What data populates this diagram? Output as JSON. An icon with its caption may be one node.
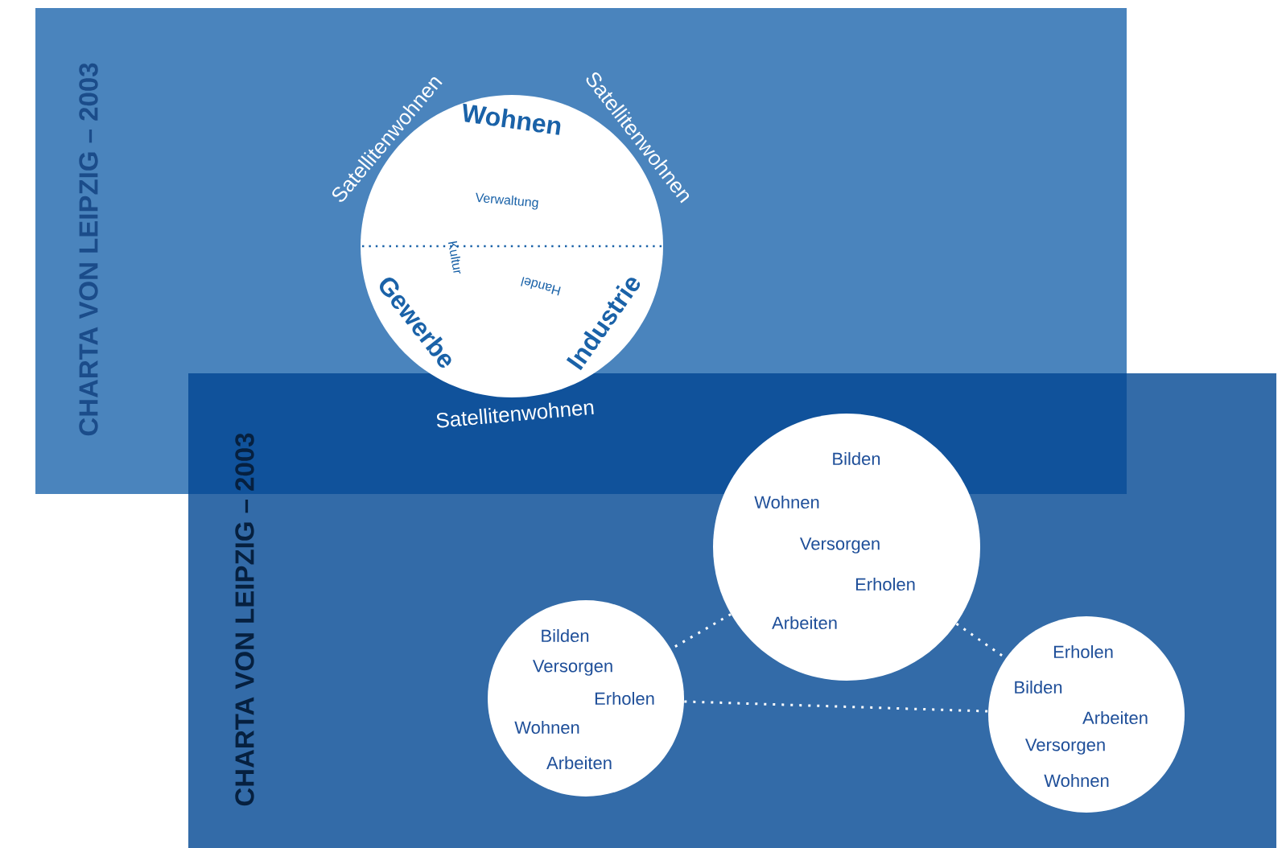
{
  "diagram": {
    "nodes": [
      {
        "text": [
          "CHARTA VON LEIPZIG – 2003"
        ]
      },
      {
        "text": [
          "Wohnen",
          "Verwaltung",
          "Kultur",
          "Handel",
          "Gewerbe",
          "Industrie"
        ],
        "in": 0,
        "beside": [
          "Satellitenwohnen",
          "Satellitenwohnen",
          "Satellitenwohnen"
        ]
      },
      {
        "text": [
          "CHARTA VON LEIPZIG – 2003"
        ]
      },
      {
        "text": [
          "Bilden",
          "Wohnen",
          "Versorgen",
          "Erholen",
          "Arbeiten"
        ],
        "in": 2
      },
      {
        "text": [
          "Bilden",
          "Versorgen",
          "Erholen",
          "Wohnen",
          "Arbeiten"
        ],
        "in": 2
      },
      {
        "text": [
          "Erholen",
          "Bilden",
          "Arbeiten",
          "Versorgen",
          "Wohnen"
        ],
        "in": 2
      }
    ],
    "edges": [
      {
        "from": 3,
        "to": 4,
        "arrow": "none",
        "style": "dashed"
      },
      {
        "from": 3,
        "to": 5,
        "arrow": "none",
        "style": "dashed"
      },
      {
        "from": 4,
        "to": 5,
        "arrow": "none",
        "style": "dashed"
      }
    ]
  }
}
